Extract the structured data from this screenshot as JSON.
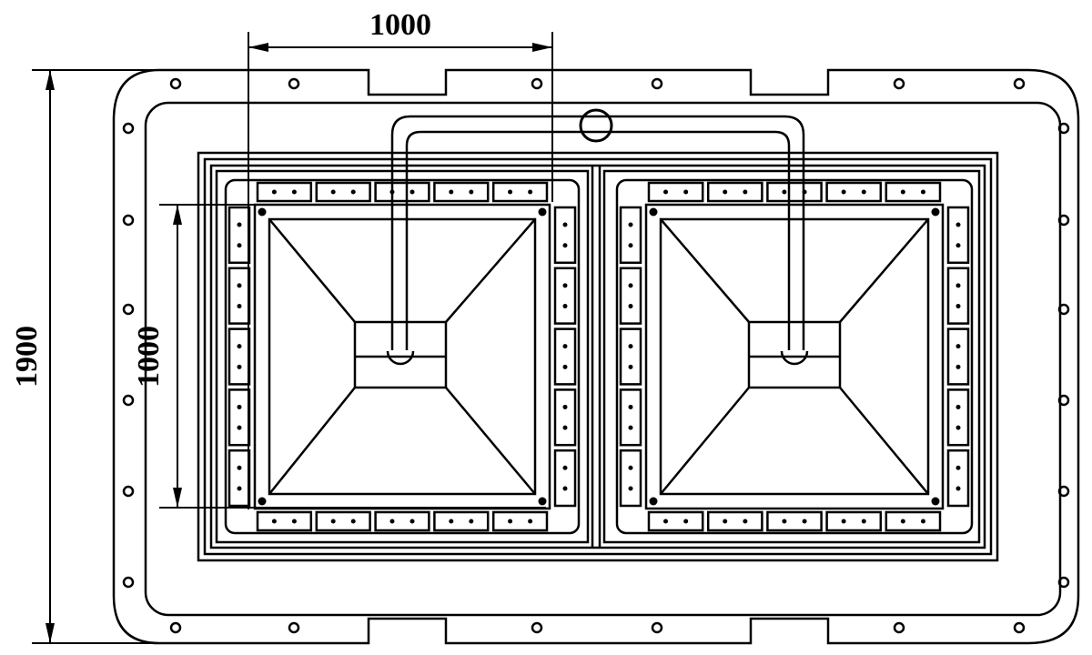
{
  "dimensions": {
    "top_width": "1000",
    "overall_height": "1900",
    "chamber_height": "1000"
  },
  "colors": {
    "stroke": "#000000",
    "background": "#ffffff"
  }
}
